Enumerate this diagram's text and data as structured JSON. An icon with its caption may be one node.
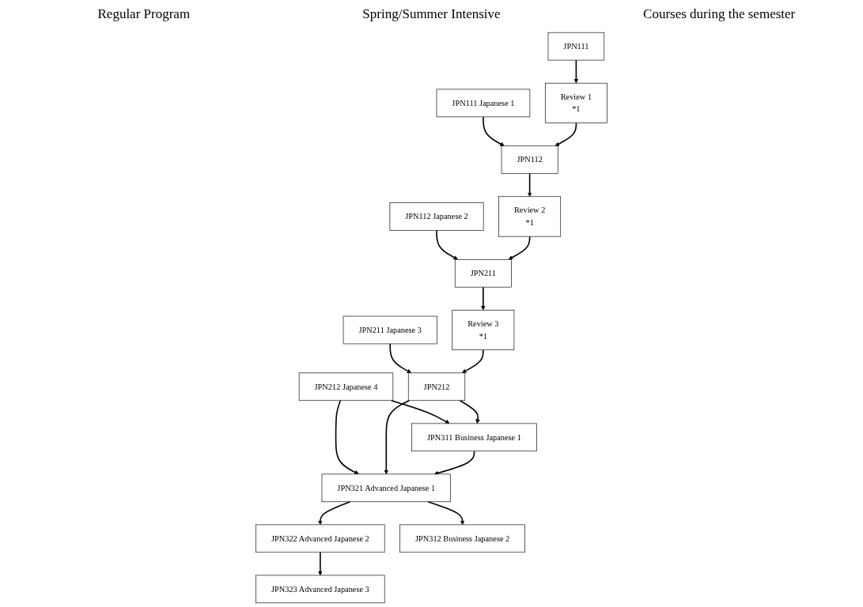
{
  "diagram": {
    "nodes": [
      {
        "text": [
          "JPN111 Japanese 1"
        ]
      },
      {
        "text": [
          "JPN112 Japanese 2"
        ]
      },
      {
        "text": [
          "JPN211 Japanese 3"
        ]
      },
      {
        "text": [
          "JPN212 Japanese 4"
        ]
      },
      {
        "text": [
          "JPN321 Advanced Japanese 1"
        ]
      },
      {
        "text": [
          "JPN322 Advanced Japanese 2"
        ]
      },
      {
        "text": [
          "JPN323 Advanced Japanese 3"
        ]
      },
      {
        "text": [
          "JPN111"
        ]
      },
      {
        "text": [
          "JPN112"
        ]
      },
      {
        "text": [
          "JPN211"
        ]
      },
      {
        "text": [
          "JPN212"
        ]
      },
      {
        "text": [
          "Review 1",
          "*1"
        ]
      },
      {
        "text": [
          "Review 2",
          "*1"
        ]
      },
      {
        "text": [
          "Review 3",
          "*1"
        ]
      },
      {
        "text": [
          "JPN311 Business Japanese 1"
        ]
      },
      {
        "text": [
          "JPN312 Business Japanese 2"
        ]
      }
    ],
    "edges": [
      {
        "from": 0,
        "to": 8,
        "arrow": "to"
      },
      {
        "from": 1,
        "to": 9,
        "arrow": "to"
      },
      {
        "from": 2,
        "to": 10,
        "arrow": "to"
      },
      {
        "from": 3,
        "to": 4,
        "arrow": "to"
      },
      {
        "from": 3,
        "to": 14,
        "arrow": "to"
      },
      {
        "from": 4,
        "to": 5,
        "arrow": "to"
      },
      {
        "from": 5,
        "to": 6,
        "arrow": "to"
      },
      {
        "from": 7,
        "to": 11,
        "arrow": "to"
      },
      {
        "from": 11,
        "to": 8,
        "arrow": "to"
      },
      {
        "from": 8,
        "to": 12,
        "arrow": "to"
      },
      {
        "from": 12,
        "to": 9,
        "arrow": "to"
      },
      {
        "from": 9,
        "to": 13,
        "arrow": "to"
      },
      {
        "from": 13,
        "to": 10,
        "arrow": "to"
      },
      {
        "from": 10,
        "to": 4,
        "arrow": "to"
      },
      {
        "from": 10,
        "to": 14,
        "arrow": "to"
      },
      {
        "from": 14,
        "to": 4,
        "arrow": "to"
      },
      {
        "from": 4,
        "to": 15,
        "arrow": "to"
      }
    ],
    "labels": [
      "Regular Program",
      "Spring/Summer Intensive",
      "Courses during the semester"
    ]
  }
}
